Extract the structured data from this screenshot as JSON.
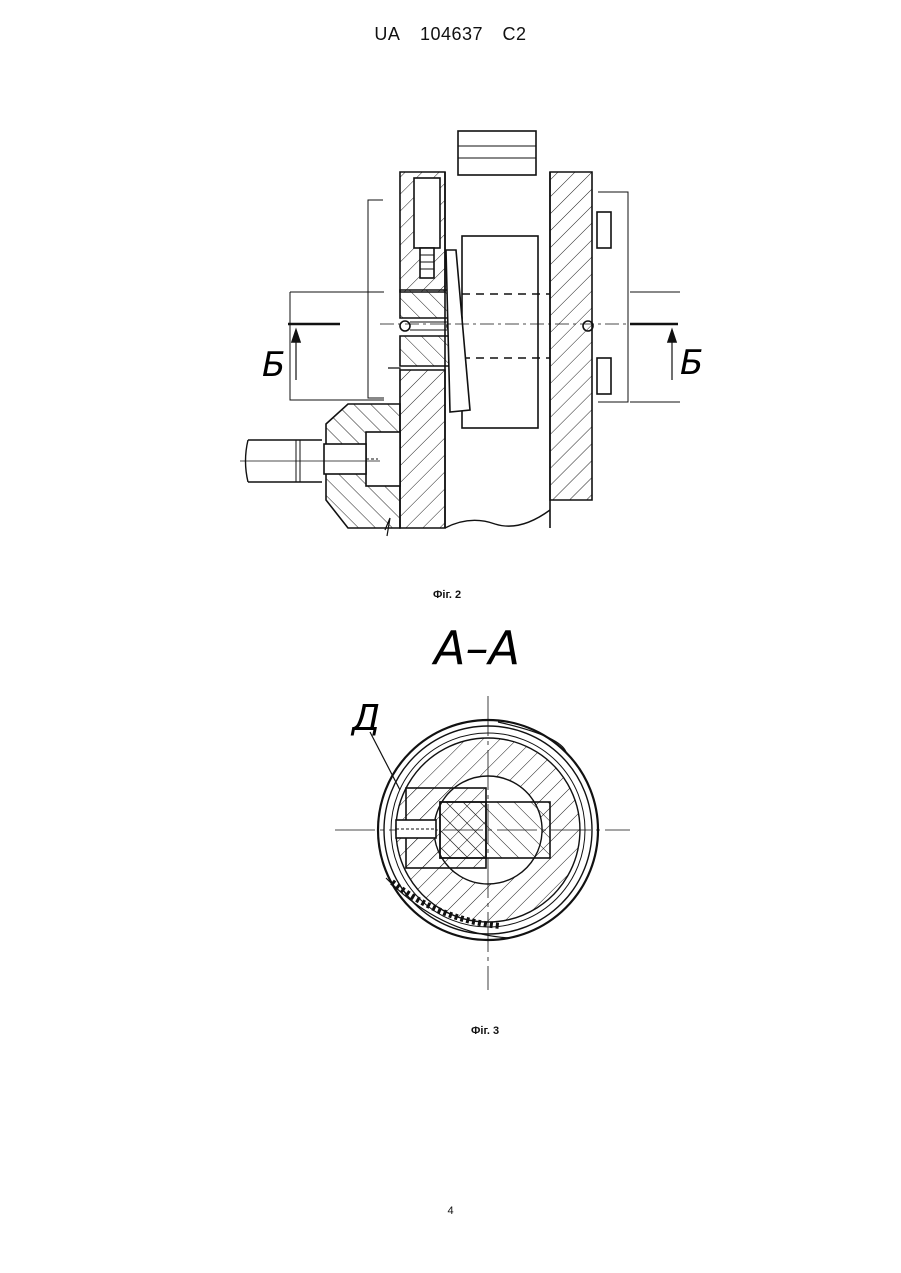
{
  "header": {
    "office": "UA",
    "number": "104637",
    "kind": "C2"
  },
  "figures": [
    {
      "caption": "Фіг. 2",
      "labels": {
        "left": "Б",
        "right": "Б"
      }
    },
    {
      "caption": "Фіг. 3",
      "section_title": "А–А",
      "callout": "Д"
    }
  ],
  "page_number": "4"
}
